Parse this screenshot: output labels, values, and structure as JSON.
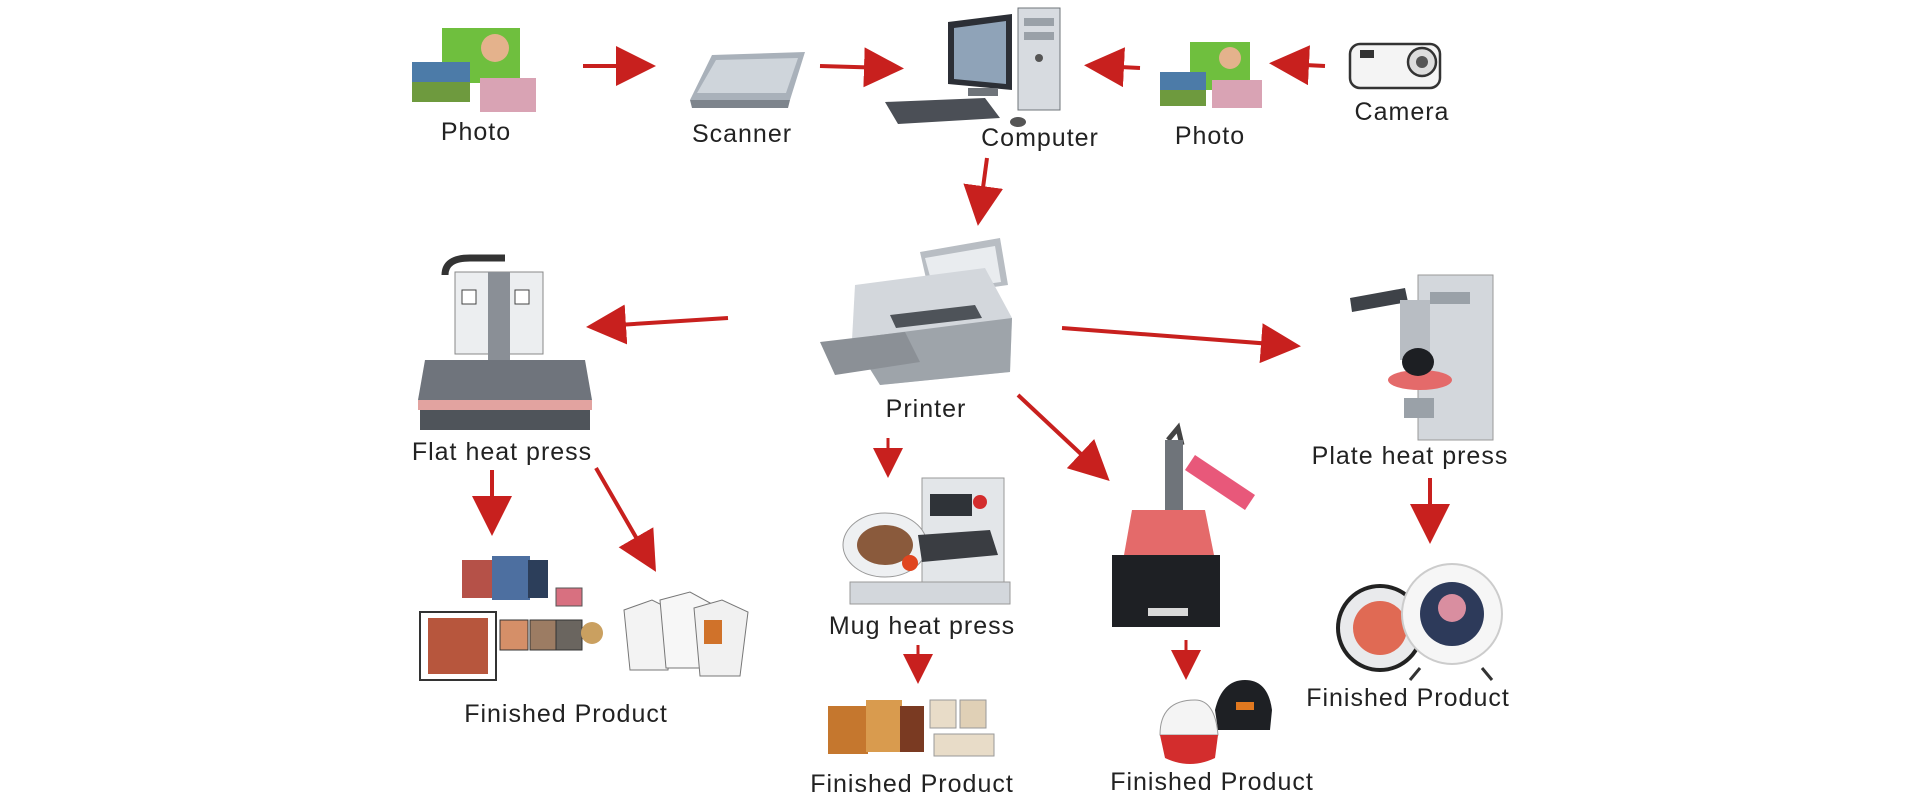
{
  "labels": {
    "photo_left": "Photo",
    "scanner": "Scanner",
    "computer": "Computer",
    "photo_right": "Photo",
    "camera": "Camera",
    "printer": "Printer",
    "flat_heat_press": "Flat heat press",
    "plate_heat_press": "Plate heat press",
    "mug_heat_press": "Mug heat press",
    "finished_flat": "Finished Product",
    "finished_mug": "Finished Product",
    "finished_cap": "Finished Product",
    "finished_plate": "Finished Product"
  },
  "colors": {
    "arrow": "#c8201e",
    "machine": "#8a8f96",
    "machine_light": "#dcdfe3",
    "machine_dark": "#2a2a2e",
    "accent_red": "#d32d2d",
    "accent_pink": "#e8587a"
  }
}
